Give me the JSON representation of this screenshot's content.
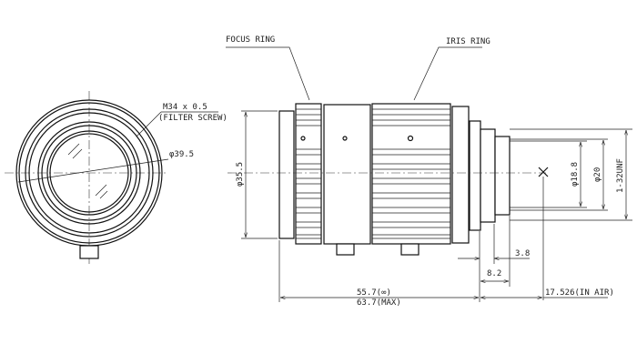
{
  "labels": {
    "focus_ring": "FOCUS RING",
    "iris_ring": "IRIS RING",
    "filter_thread": "M34 x 0.5",
    "filter_thread_note": "(FILTER SCREW)",
    "front_diameter": "φ39.5",
    "body_diameter": "φ35.5",
    "dia_18_8": "φ18.8",
    "dia_20": "φ20",
    "mount_thread": "1-32UNF",
    "dim_3_8": "3.8",
    "dim_8_2": "8.2",
    "length_inf": "55.7(∞)",
    "length_max": "63.7(MAX)",
    "flange_back": "17.526(IN AIR)"
  }
}
